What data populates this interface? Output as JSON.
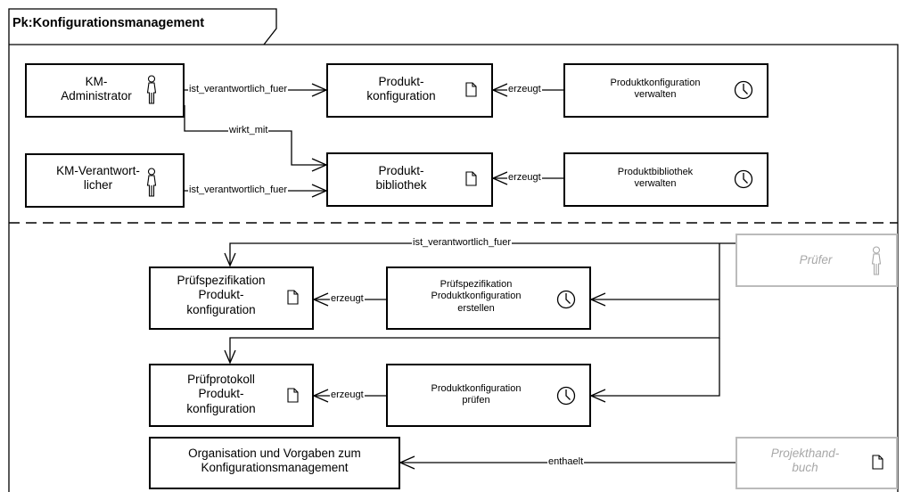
{
  "diagram": {
    "title": "Pk:Konfigurationsmanagement",
    "nodes": {
      "km_admin": "KM-\nAdministrator",
      "km_verantwortlicher": "KM-Verantwort-\nlicher",
      "produktkonfiguration": "Produkt-\nkonfiguration",
      "produktbibliothek": "Produkt-\nbibliothek",
      "pk_verwalten": "Produktkonfiguration\nverwalten",
      "pb_verwalten": "Produktbibliothek\nverwalten",
      "pruefspez": "Prüfspezifikation\nProdukt-\nkonfiguration",
      "pruefspez_erstellen": "Prüfspezifikation\nProduktkonfiguration\nerstellen",
      "pruefprotokoll": "Prüfprotokoll\nProdukt-\nkonfiguration",
      "pk_pruefen": "Produktkonfiguration\nprüfen",
      "pruefer": "Prüfer",
      "organisation": "Organisation und Vorgaben zum\nKonfigurationsmanagement",
      "projekthandbuch": "Projekthand-\nbuch"
    },
    "edges": {
      "admin_pk": "ist_verantwortlich_fuer",
      "admin_pb": "wirkt_mit",
      "verantw_pb": "ist_verantwortlich_fuer",
      "pkv_pk": "erzeugt",
      "pbv_pb": "erzeugt",
      "pruefer_pruefspez": "ist_verantwortlich_fuer",
      "pse_ps": "erzeugt",
      "pkp_pp": "erzeugt",
      "phb_org": "enthaelt"
    }
  }
}
